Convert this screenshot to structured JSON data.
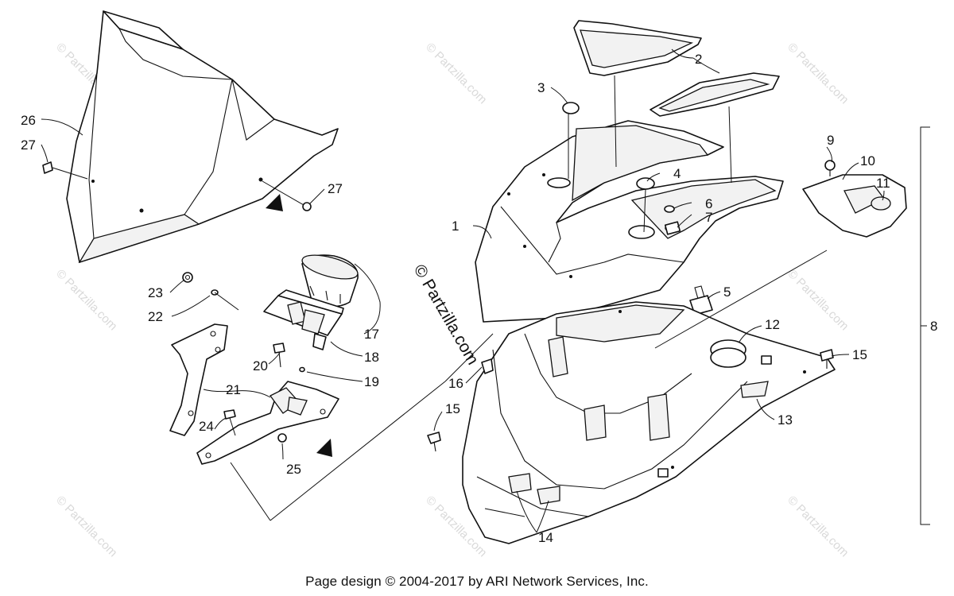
{
  "watermark": {
    "small_text": "© Partzilla.com",
    "center_text": "© Partzilla.com"
  },
  "callouts": [
    "1",
    "2",
    "3",
    "4",
    "5",
    "6",
    "7",
    "8",
    "9",
    "10",
    "11",
    "12",
    "13",
    "14",
    "15",
    "15",
    "16",
    "17",
    "18",
    "19",
    "20",
    "21",
    "22",
    "23",
    "24",
    "25",
    "26",
    "27",
    "27"
  ],
  "footer": {
    "text": "Page design © 2004-2017 by ARI Network Services, Inc."
  }
}
